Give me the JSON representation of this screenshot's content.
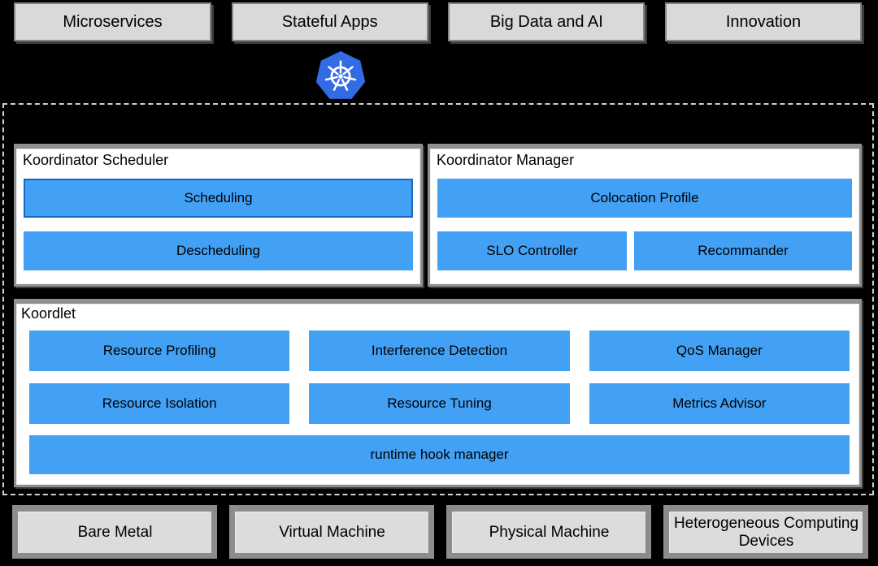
{
  "page": {
    "background": "#000000"
  },
  "workloads": {
    "items": [
      {
        "label": "Microservices"
      },
      {
        "label": "Stateful Apps"
      },
      {
        "label": "Big Data and AI"
      },
      {
        "label": "Innovation"
      }
    ]
  },
  "kubernetes": {
    "icon": "kubernetes-helm-logo",
    "color": "#326CE5"
  },
  "cluster": {
    "scheduler": {
      "title": "Koordinator Scheduler",
      "modules": [
        {
          "label": "Scheduling"
        },
        {
          "label": "Descheduling"
        }
      ]
    },
    "manager": {
      "title": "Koordinator Manager",
      "top_module": {
        "label": "Colocation Profile"
      },
      "modules": [
        {
          "label": "SLO Controller"
        },
        {
          "label": "Recommander"
        }
      ]
    },
    "koordlet": {
      "title": "Koordlet",
      "grid": [
        {
          "label": "Resource Profiling"
        },
        {
          "label": "Interference Detection"
        },
        {
          "label": "QoS Manager"
        },
        {
          "label": "Resource Isolation"
        },
        {
          "label": "Resource Tuning"
        },
        {
          "label": "Metrics Advisor"
        }
      ],
      "bottom_module": {
        "label": "runtime hook manager"
      }
    }
  },
  "infrastructure": {
    "items": [
      {
        "label": "Bare Metal"
      },
      {
        "label": "Virtual Machine"
      },
      {
        "label": "Physical Machine"
      },
      {
        "label": "Heterogeneous Computing Devices"
      }
    ]
  },
  "colors": {
    "module_blue": "#42A1F5",
    "scheduling_border_blue": "#1568BF",
    "workload_box_gray": "#D9D9D9",
    "panel_border_gray": "#8F8F8F",
    "kubernetes_blue": "#326CE5",
    "dashed_border_gray": "#D0D0D0"
  }
}
